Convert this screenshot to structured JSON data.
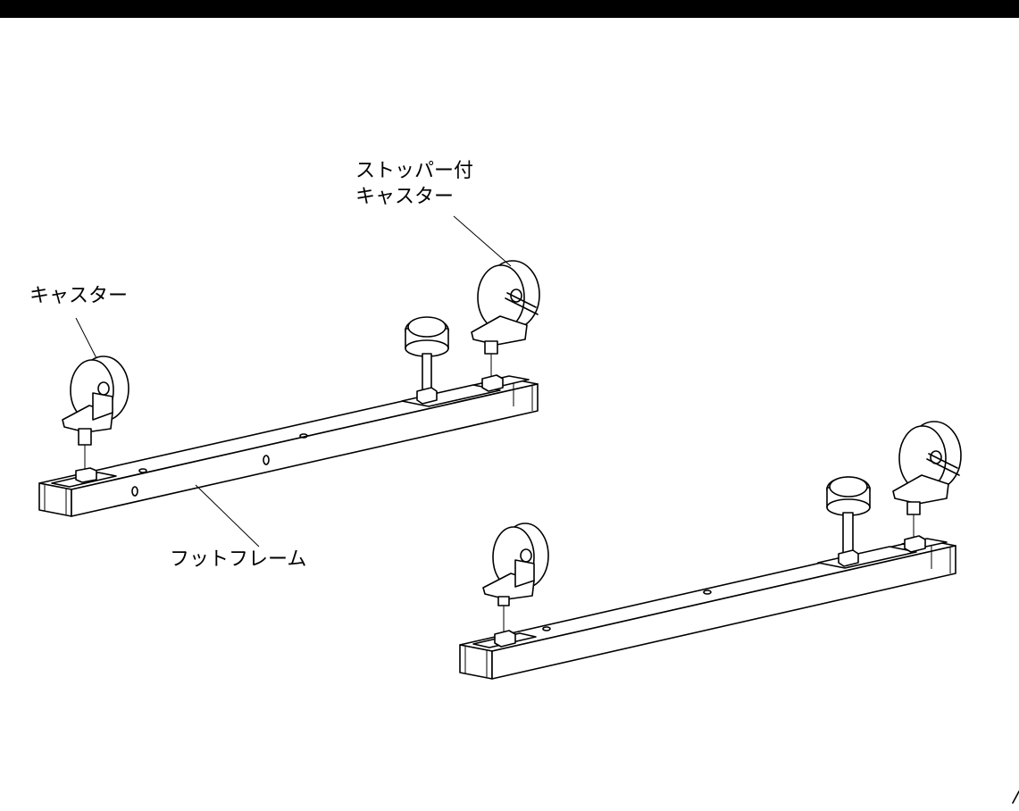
{
  "labels": {
    "caster": "キャスター",
    "stopper_caster_line1": "ストッパー付",
    "stopper_caster_line2": "キャスター",
    "foot_frame": "フットフレーム"
  },
  "colors": {
    "line": "#000000",
    "background": "#ffffff",
    "top_bar": "#000000"
  }
}
